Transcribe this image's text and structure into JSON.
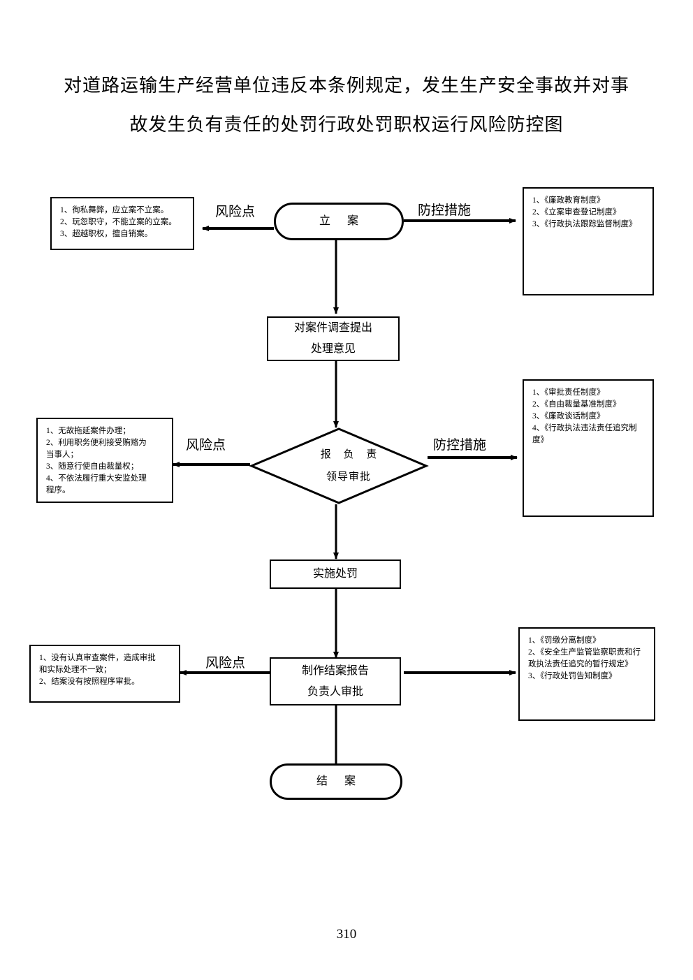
{
  "document": {
    "title_line_1": "对道路运输生产经营单位违反本条例规定，发生生产安全事故并对事",
    "title_line_2": "故发生负有责任的处罚行政处罚职权运行风险防控图",
    "page_number": "310",
    "ink_color": "#000000",
    "background_color": "#ffffff"
  },
  "labels": {
    "risk_point": "风险点",
    "control_measures": "防控措施"
  },
  "flow": {
    "nodes": [
      {
        "id": "filing",
        "shape": "terminal",
        "lines": [
          "立  案"
        ]
      },
      {
        "id": "investigate",
        "shape": "process",
        "lines": [
          "对案件调查提出",
          "处理意见"
        ]
      },
      {
        "id": "approval",
        "shape": "decision",
        "lines": [
          "报 负 责",
          "领导审批"
        ]
      },
      {
        "id": "penalty",
        "shape": "process",
        "lines": [
          "实施处罚"
        ]
      },
      {
        "id": "closing-report",
        "shape": "process",
        "lines": [
          "制作结案报告",
          "负责人审批"
        ]
      },
      {
        "id": "case-closed",
        "shape": "terminal",
        "lines": [
          "结  案"
        ]
      }
    ]
  },
  "risk_boxes": [
    {
      "id": "risk-filing",
      "lines": [
        "1、徇私舞弊，应立案不立案。",
        "2、玩忽职守，不能立案的立案。",
        "3、超越职权，擅自销案。"
      ]
    },
    {
      "id": "risk-approval",
      "lines": [
        "1、无故拖延案件办理；",
        "2、利用职务便利接受贿赂为",
        "当事人；",
        "3、随意行使自由裁量权；",
        "4、不依法履行重大安监处理",
        "程序。"
      ]
    },
    {
      "id": "risk-closing",
      "lines": [
        "1、没有认真审查案件，造成审批",
        "和实际处理不一致；",
        "2、结案没有按照程序审批。"
      ]
    }
  ],
  "measure_boxes": [
    {
      "id": "measures-filing",
      "lines": [
        "1、《廉政教育制度》",
        "2、《立案审查登记制度》",
        "3、《行政执法跟踪监督制度》"
      ]
    },
    {
      "id": "measures-approval",
      "lines": [
        "1、《审批责任制度》",
        "2、《自由裁量基准制度》",
        "3、《廉政谈话制度》",
        "4、《行政执法违法责任追究制",
        "度》"
      ]
    },
    {
      "id": "measures-closing",
      "lines": [
        "1、《罚缴分离制度》",
        "2、《安全生产监管监察职责和行",
        "政执法责任追究的暂行规定》",
        "3、《行政处罚告知制度》"
      ]
    }
  ]
}
